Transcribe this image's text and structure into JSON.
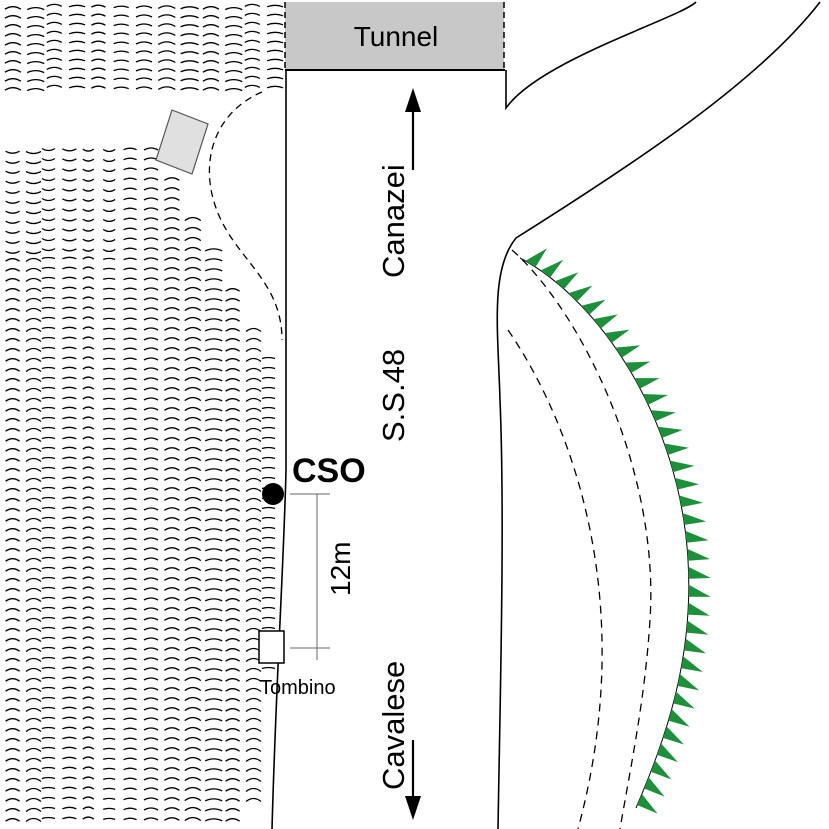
{
  "labels": {
    "tunnel": "Tunnel",
    "canazei": "Canazei",
    "road": "S.S.48",
    "cso": "CSO",
    "distance": "12m",
    "cavalese": "Cavalese",
    "tombino": "Tombino"
  },
  "colors": {
    "tunnel_fill": "#c8c8c8",
    "building_fill": "#e0e0e0",
    "embankment": "#1e8f3a",
    "ink": "#000000"
  },
  "icons": {
    "north_arrow": "arrow-up-icon",
    "south_arrow": "arrow-down-icon",
    "station": "filled-circle-icon",
    "culvert": "square-outline-icon"
  }
}
